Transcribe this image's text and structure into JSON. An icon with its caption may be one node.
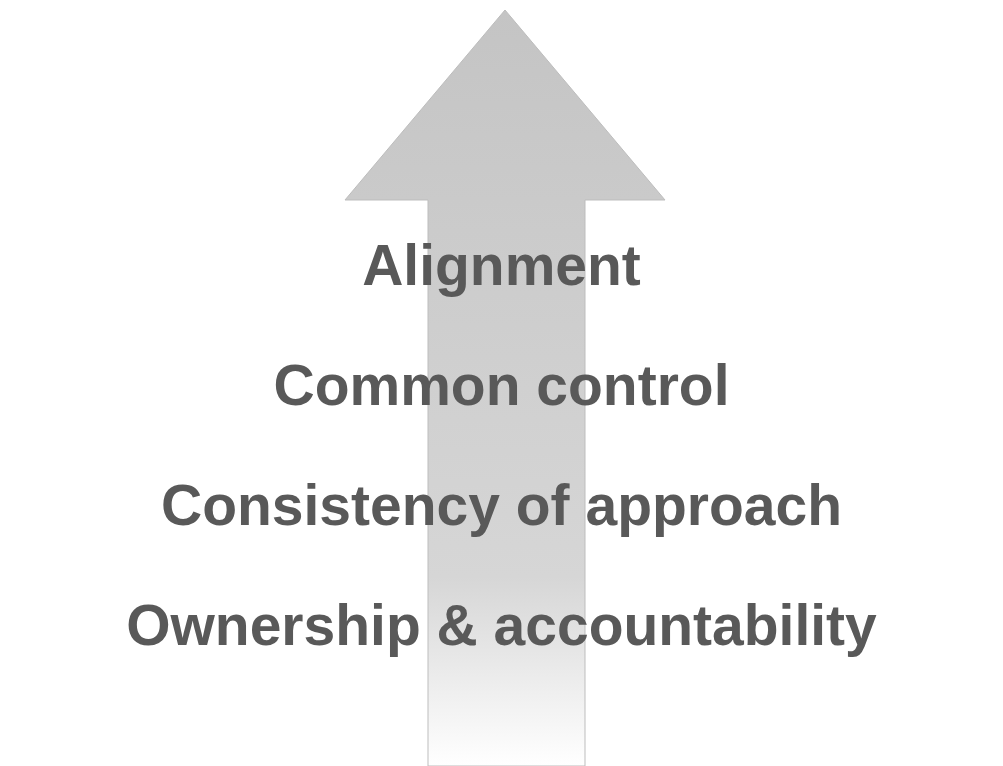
{
  "diagram": {
    "labels": [
      "Alignment",
      "Common control",
      "Consistency of approach",
      "Ownership & accountability"
    ]
  }
}
